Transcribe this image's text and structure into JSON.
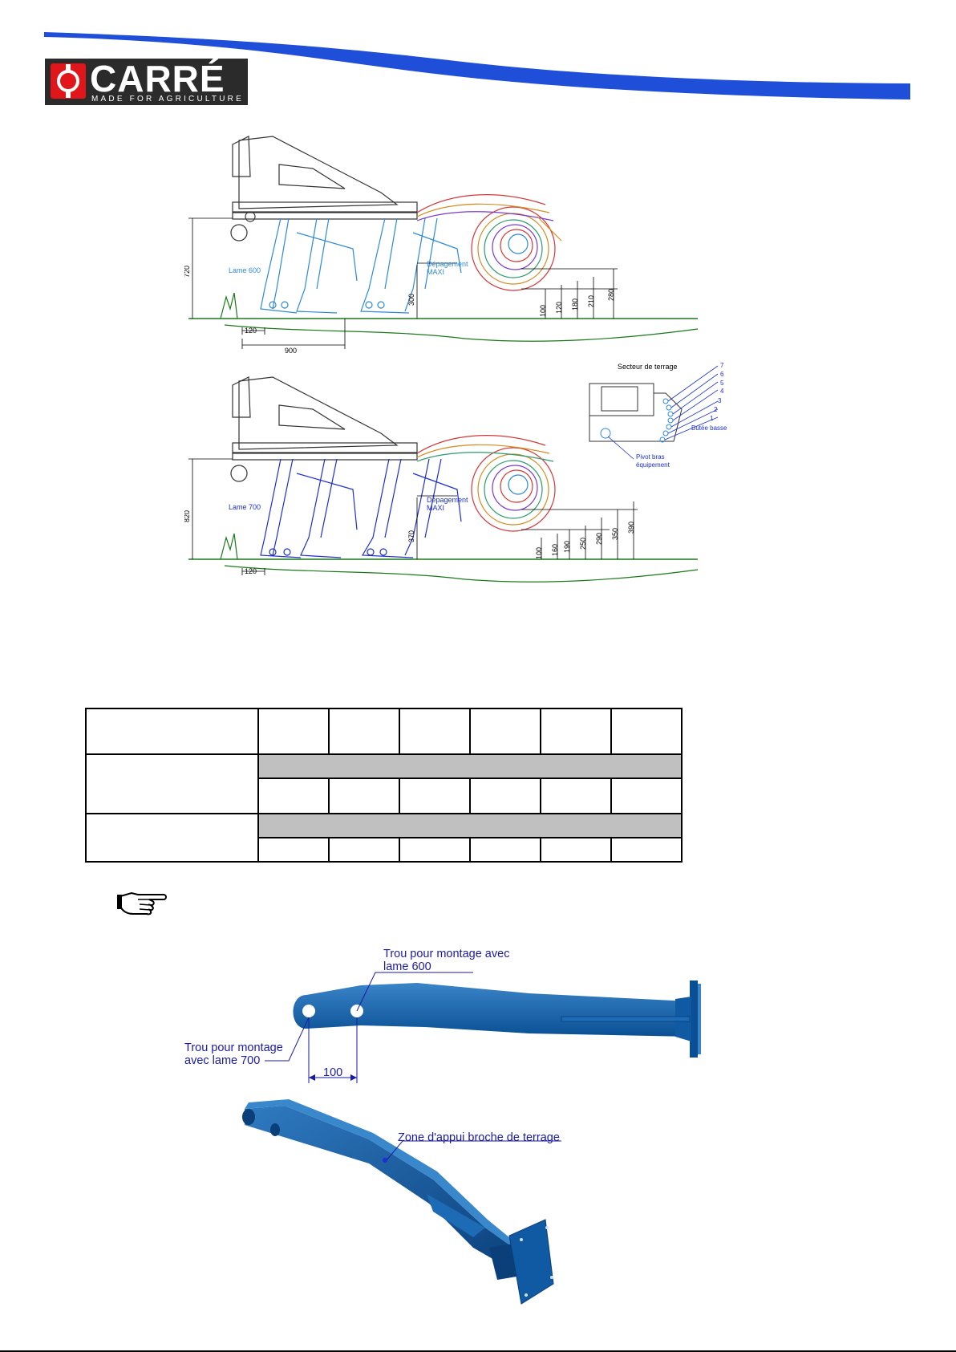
{
  "brand": {
    "wordmark": "CARRÉ",
    "tagline": "MADE FOR AGRICULTURE",
    "colors": {
      "primary": "#1f4fd8",
      "logo_bg": "#2b2b2b",
      "logo_red": "#e0161b"
    }
  },
  "drawing_top": {
    "dimensions": {
      "height": "720",
      "tine_offset": "120",
      "spacing": "900",
      "clearance": "300"
    },
    "labels": {
      "blade": "Lame 600",
      "clearance": "Dépagement MAXI"
    },
    "roller_settings": [
      "100",
      "120",
      "180",
      "210",
      "280"
    ]
  },
  "drawing_bottom": {
    "dimensions": {
      "height": "820",
      "tine_offset": "120",
      "clearance": "370"
    },
    "labels": {
      "blade": "Lame 700",
      "clearance": "Dépagement MAXI"
    },
    "roller_settings": [
      "100",
      "160",
      "190",
      "250",
      "290",
      "350",
      "390"
    ]
  },
  "sector_detail": {
    "title": "Secteur de terrage",
    "positions": [
      "7",
      "6",
      "5",
      "4",
      "3",
      "2",
      "1"
    ],
    "low_stop": "Butée basse",
    "pivot": "Pivot bras équipement"
  },
  "table": {
    "rows": 5,
    "cols": 7
  },
  "bracket": {
    "hole_600": "Trou pour montage avec lame 600",
    "hole_700": "Trou pour montage avec lame 700",
    "hole_spacing": "100",
    "support_zone": "Zone d'appui broche de terrage"
  }
}
